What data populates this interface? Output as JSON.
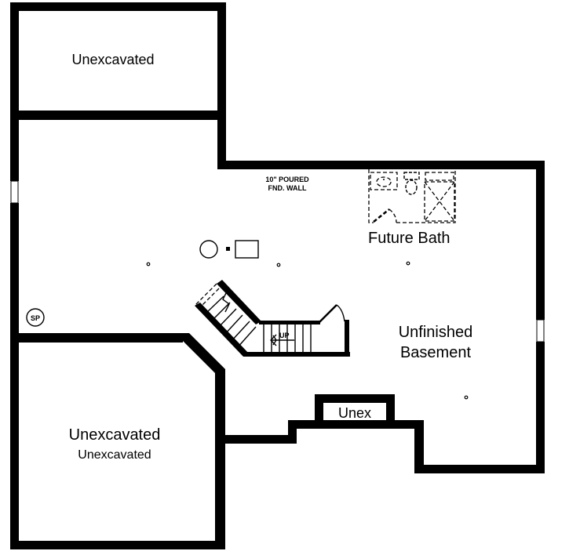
{
  "plan": {
    "type": "basement floor plan",
    "wall_color": "#000000",
    "background": "#ffffff"
  },
  "rooms": {
    "unexcavated_top": {
      "label": "Unexcavated"
    },
    "unexcavated_bottom": {
      "label_line1": "Unexcavated",
      "label_line2": "Unexcavated"
    },
    "unex_small": {
      "label": "Unex"
    },
    "future_bath": {
      "label": "Future Bath"
    },
    "unfinished_basement": {
      "label_line1": "Unfinished",
      "label_line2": "Basement"
    }
  },
  "annotations": {
    "wall_note_line1": "10\" POURED",
    "wall_note_line2": "FND. WALL",
    "sump_pump": "SP",
    "stair_direction": "UP"
  },
  "fixtures": {
    "water_heater": "circle",
    "furnace": "rectangle",
    "support_posts": 4
  }
}
